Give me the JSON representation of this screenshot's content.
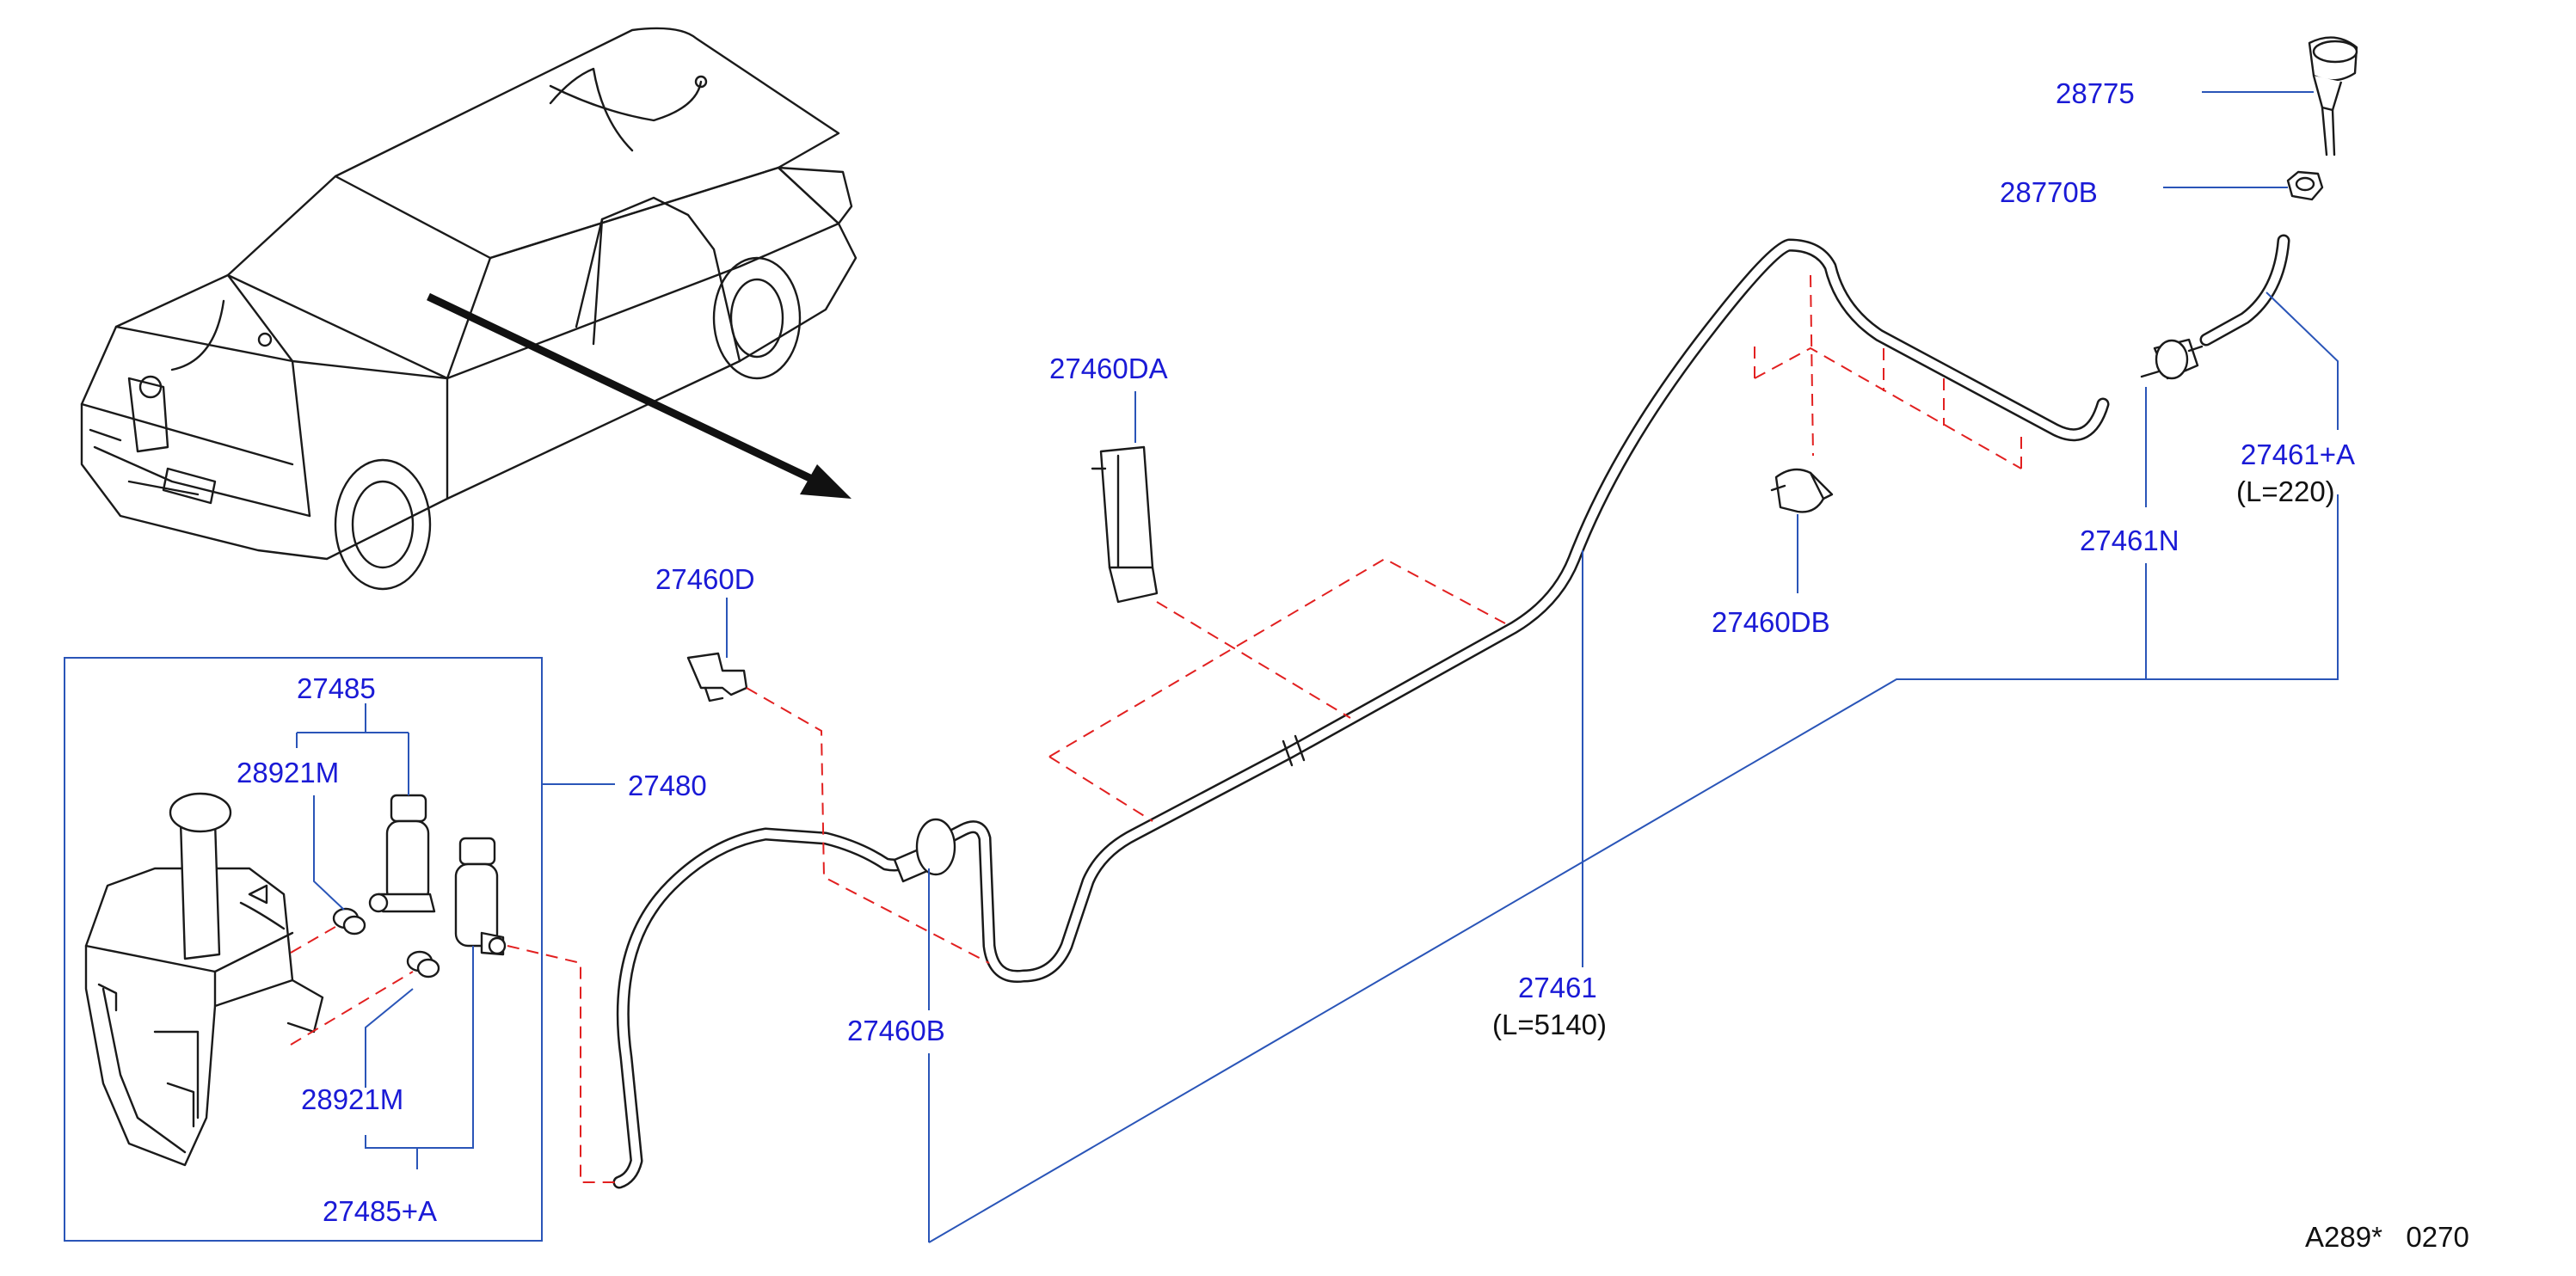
{
  "labels": {
    "p28775": "28775",
    "p28770B": "28770B",
    "p27460DA": "27460DA",
    "p27461A": "27461+A",
    "p27461A_len": "(L=220)",
    "p27461N": "27461N",
    "p27460D": "27460D",
    "p27460DB": "27460DB",
    "p27485": "27485",
    "p28921M_top": "28921M",
    "p27480": "27480",
    "p27461": "27461",
    "p27461_len": "(L=5140)",
    "p27460B": "27460B",
    "p28921M_bottom": "28921M",
    "p27485A": "27485+A"
  },
  "reference": "A289*   0270",
  "colors": {
    "label": "#1a1ad6",
    "leader": "#2a55b8",
    "dashed_guide": "#e22020",
    "outline": "#1a1a1a"
  }
}
